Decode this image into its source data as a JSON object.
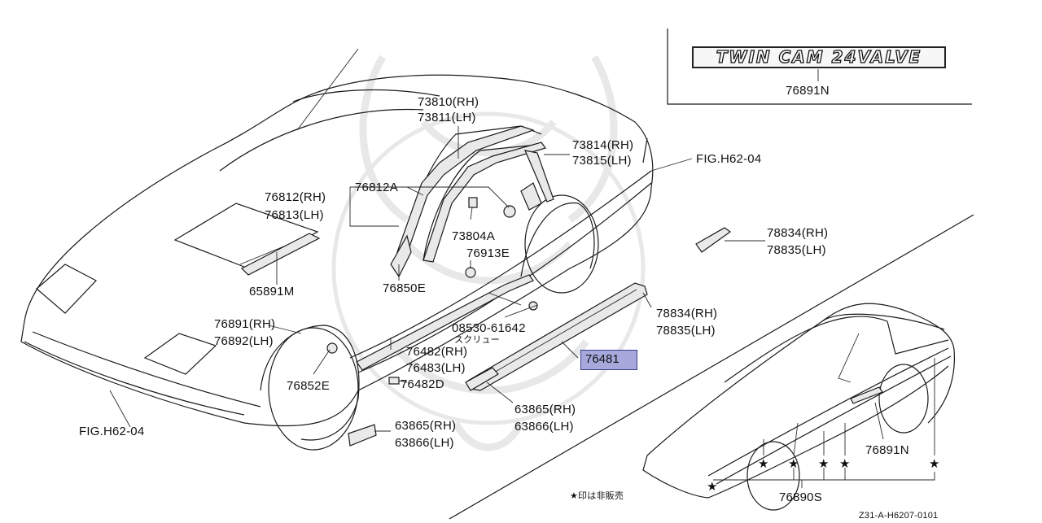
{
  "emblem": {
    "text": "TWIN CAM 24VALVE",
    "part": "76891N"
  },
  "parts": {
    "p73810": "73810(RH)",
    "p73811": "73811(LH)",
    "p73814": "73814(RH)",
    "p73815": "73815(LH)",
    "fig_upper": "FIG.H62-04",
    "p76812a": "76812A",
    "p76812": "76812(RH)",
    "p76813": "76813(LH)",
    "p73804a": "73804A",
    "p76913e": "76913E",
    "p78834_top": "78834(RH)",
    "p78835_top": "78835(LH)",
    "p65891m": "65891M",
    "p76850e": "76850E",
    "p78834_mid": "78834(RH)",
    "p78835_mid": "78835(LH)",
    "p76891": "76891(RH)",
    "p76892": "76892(LH)",
    "p08530": "08530-61642",
    "p08530_note": "スクリュー",
    "p76482": "76482(RH)",
    "p76483": "76483(LH)",
    "p76481": "76481",
    "p76852e": "76852E",
    "p76482d": "76482D",
    "p63865_mid": "63865(RH)",
    "p63866_mid": "63866(LH)",
    "fig_lower": "FIG.H62-04",
    "p63865_low": "63865(RH)",
    "p63866_low": "63866(LH)",
    "p76891n_inset": "76891N",
    "p76890s": "76890S"
  },
  "note": "★印は非販売",
  "diagram_ref": "Z31-A-H6207-0101"
}
